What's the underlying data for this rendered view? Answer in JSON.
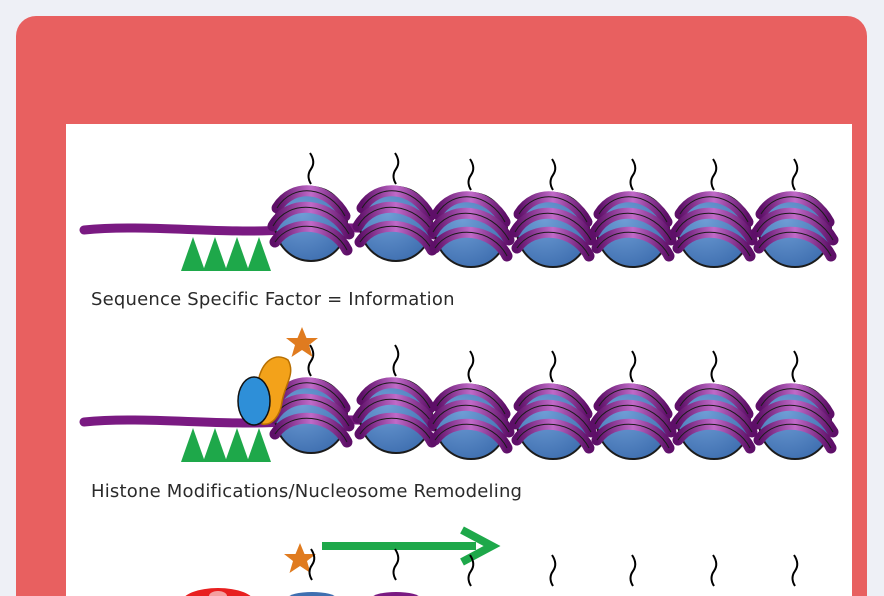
{
  "captions": {
    "row1": "Sequence Specific Factor = Information",
    "row2": "Histone Modifications/Nucleosome Remodeling"
  },
  "colors": {
    "frame": "#e86060",
    "panel": "#ffffff",
    "dna": "#7a1a82",
    "histone": "#4a7fc0",
    "motif": "#1ea84a",
    "arrow": "#1ea84a",
    "star": "#e07b1f",
    "factor_blue": "#2e8fd8",
    "factor_orange": "#f3a21a",
    "polymerase": "#e82020"
  },
  "icons": [
    "dna-strand",
    "nucleosome",
    "histone-tail",
    "binding-motif",
    "modification-star",
    "transcription-arrow",
    "remodeling-factor",
    "rna-polymerase"
  ]
}
